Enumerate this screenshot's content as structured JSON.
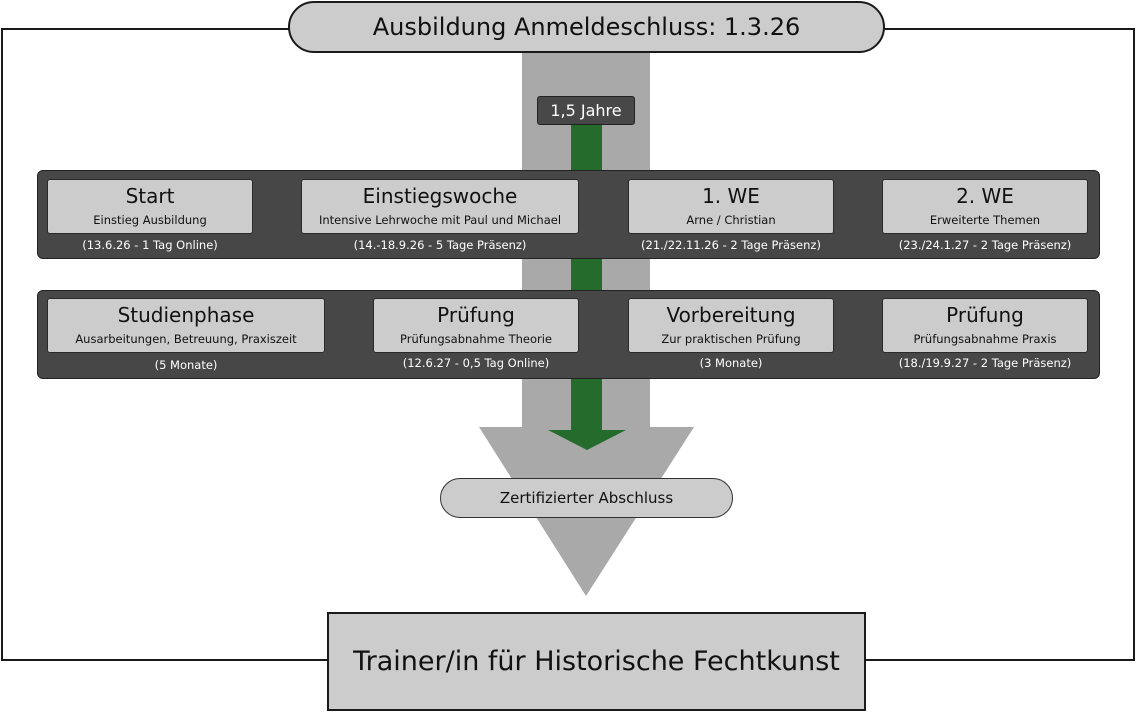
{
  "header": {
    "title": "Ausbildung Anmeldeschluss: 1.3.26"
  },
  "duration": {
    "label": "1,5 Jahre"
  },
  "rows": [
    [
      {
        "title": "Start",
        "subtitle": "Einstieg Ausbildung",
        "note": "(13.6.26 - 1 Tag Online)"
      },
      {
        "title": "Einstiegswoche",
        "subtitle": "Intensive Lehrwoche mit Paul und Michael",
        "note": "(14.-18.9.26 - 5 Tage Präsenz)"
      },
      {
        "title": "1. WE",
        "subtitle": "Arne / Christian",
        "note": "(21./22.11.26 - 2 Tage Präsenz)"
      },
      {
        "title": "2. WE",
        "subtitle": "Erweiterte Themen",
        "note": "(23./24.1.27 - 2 Tage Präsenz)"
      }
    ],
    [
      {
        "title": "Studienphase",
        "subtitle": "Ausarbeitungen, Betreuung, Praxiszeit",
        "note": "(5 Monate)"
      },
      {
        "title": "Prüfung",
        "subtitle": "Prüfungsabnahme  Theorie",
        "note": "(12.6.27 - 0,5 Tag Online)"
      },
      {
        "title": "Vorbereitung",
        "subtitle": "Zur praktischen Prüfung",
        "note": "(3 Monate)"
      },
      {
        "title": "Prüfung",
        "subtitle": "Prüfungsabnahme Praxis",
        "note": "(18./19.9.27 - 2 Tage Präsenz)"
      }
    ]
  ],
  "certificate": {
    "label": "Zertifizierter Abschluss"
  },
  "result": {
    "label": "Trainer/in für Historische Fechtkunst"
  },
  "colors": {
    "arrow_gray": "#a9a9a9",
    "arrow_green": "#256b2c",
    "band": "#474747",
    "card": "#cccccc"
  }
}
